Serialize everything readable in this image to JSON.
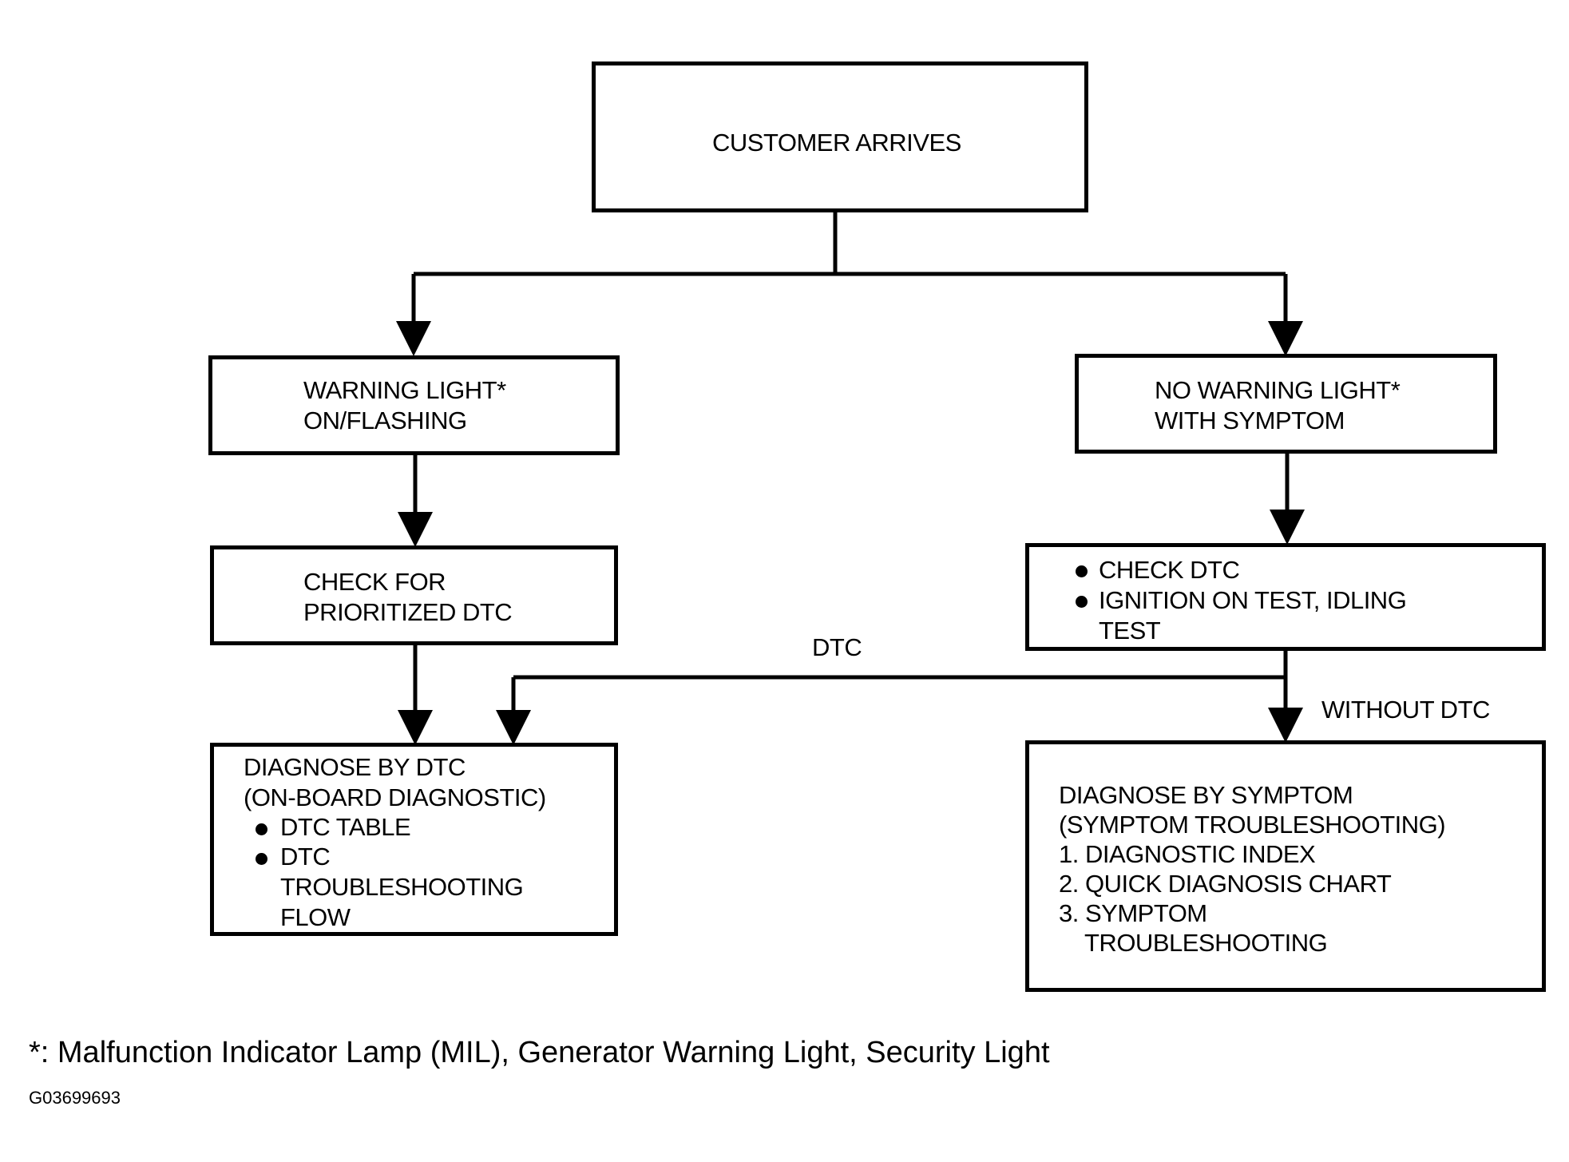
{
  "boxes": {
    "start": {
      "line1": "CUSTOMER ARRIVES"
    },
    "warning": {
      "line1": "WARNING LIGHT*",
      "line2": "ON/FLASHING"
    },
    "no_warning": {
      "line1": "NO WARNING LIGHT*",
      "line2": "WITH SYMPTOM"
    },
    "check_prioritized": {
      "line1": "CHECK FOR",
      "line2": "PRIORITIZED DTC"
    },
    "check_dtc": {
      "bullet1": "CHECK DTC",
      "bullet2": "IGNITION ON TEST, IDLING",
      "bullet2_cont": "TEST"
    },
    "diagnose_dtc": {
      "line1": "DIAGNOSE BY DTC",
      "line2": "(ON-BOARD DIAGNOSTIC)",
      "bullet1": "DTC TABLE",
      "bullet2": "DTC",
      "bullet2_cont1": "TROUBLESHOOTING",
      "bullet2_cont2": "FLOW"
    },
    "diagnose_symptom": {
      "line1": "DIAGNOSE BY SYMPTOM",
      "line2": "(SYMPTOM TROUBLESHOOTING)",
      "item1": "1. DIAGNOSTIC INDEX",
      "item2": "2. QUICK DIAGNOSIS CHART",
      "item3": "3. SYMPTOM",
      "item3_cont": "TROUBLESHOOTING"
    }
  },
  "edge_labels": {
    "dtc": "DTC",
    "without_dtc": "WITHOUT DTC"
  },
  "footnote": "*: Malfunction Indicator Lamp (MIL), Generator Warning Light, Security Light",
  "figure_code": "G03699693"
}
